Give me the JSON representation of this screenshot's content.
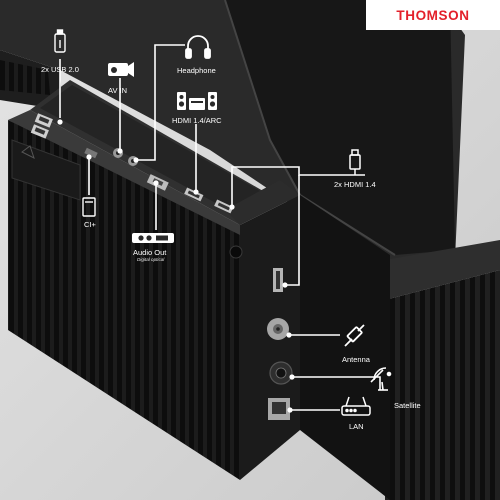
{
  "brand": "THOMSON",
  "labels": {
    "usb": "2x USB 2.0",
    "av_in": "AV IN",
    "headphone": "Headphone",
    "hdmi_arc": "HDMI 1.4/ARC",
    "hdmi": "2x HDMI 1.4",
    "ci": "CI+",
    "audio_out": "Audio Out",
    "audio_out_sub": "Digital optical",
    "antenna": "Antenna",
    "satellite": "Satellite",
    "lan": "LAN"
  },
  "colors": {
    "brand_red": "#e3202a",
    "background": "#d7d7d7",
    "panel_dark": "#1c1c1c",
    "label_white": "#ffffff"
  },
  "icons": [
    "usb-icon",
    "camcorder-icon",
    "headphone-icon",
    "sound-system-icon",
    "hdmi-cable-icon",
    "ci-card-icon",
    "optical-port-icon",
    "antenna-icon",
    "satellite-dish-icon",
    "router-icon"
  ]
}
